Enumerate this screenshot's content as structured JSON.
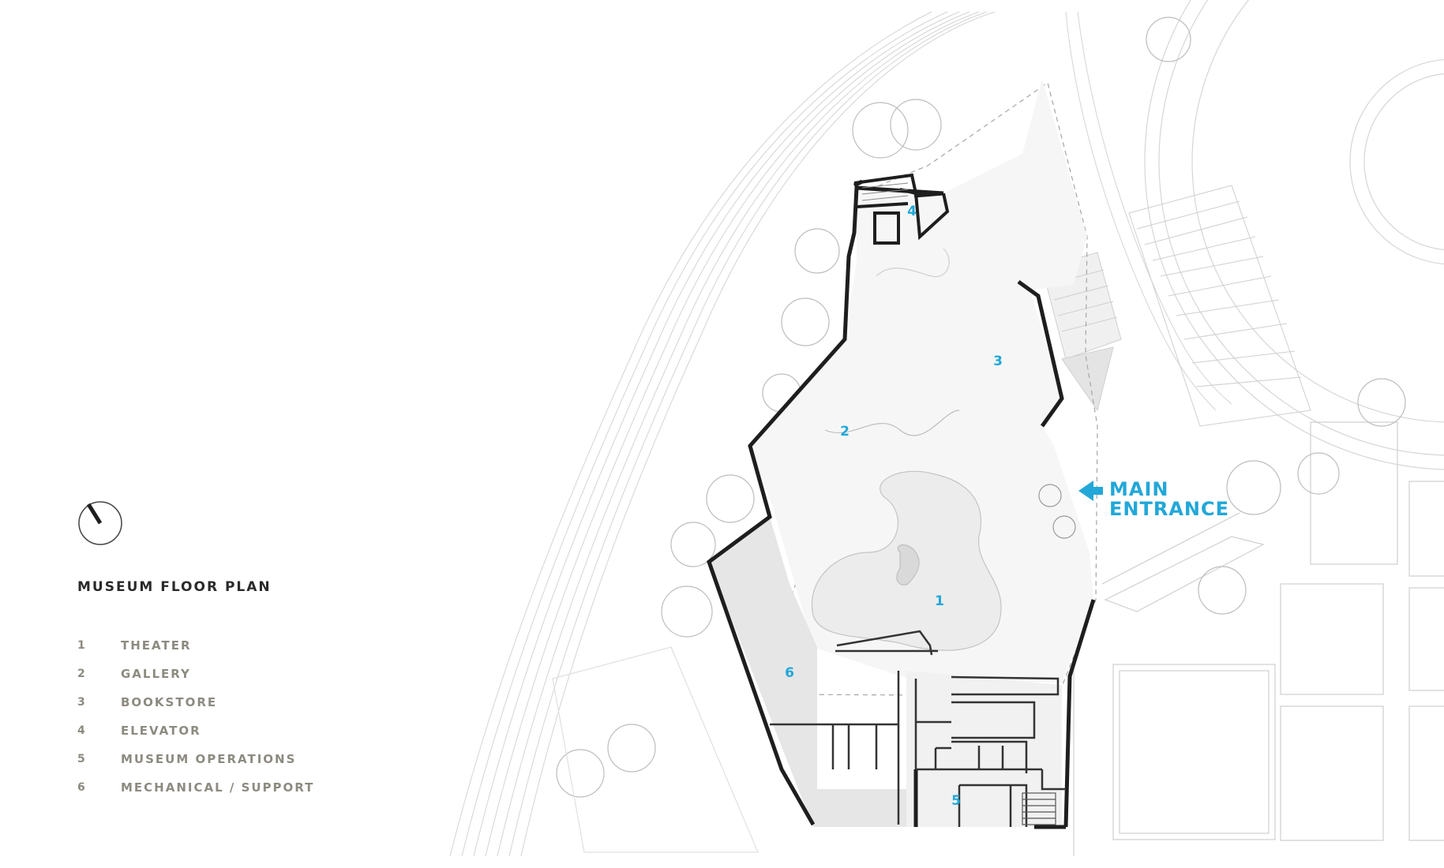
{
  "title": "MUSEUM FLOOR PLAN",
  "legend": [
    {
      "num": "1",
      "label": "THEATER"
    },
    {
      "num": "2",
      "label": "GALLERY"
    },
    {
      "num": "3",
      "label": "BOOKSTORE"
    },
    {
      "num": "4",
      "label": "ELEVATOR"
    },
    {
      "num": "5",
      "label": "MUSEUM OPERATIONS"
    },
    {
      "num": "6",
      "label": "MECHANICAL / SUPPORT"
    }
  ],
  "plan_tags": {
    "theater": "1",
    "gallery": "2",
    "bookstore": "3",
    "elevator": "4",
    "operations": "5",
    "mechanical": "6"
  },
  "entrance": {
    "line1": "MAIN",
    "line2": "ENTRANCE"
  },
  "icons": {
    "north": "north-arrow-icon",
    "entrance": "entrance-arrow-icon"
  },
  "colors": {
    "accent": "#22a7d8",
    "legend_text": "#8d8a80",
    "title_text": "#2a2a2a",
    "wall": "#1e1e1e",
    "support_fill": "#e6e6e6"
  }
}
